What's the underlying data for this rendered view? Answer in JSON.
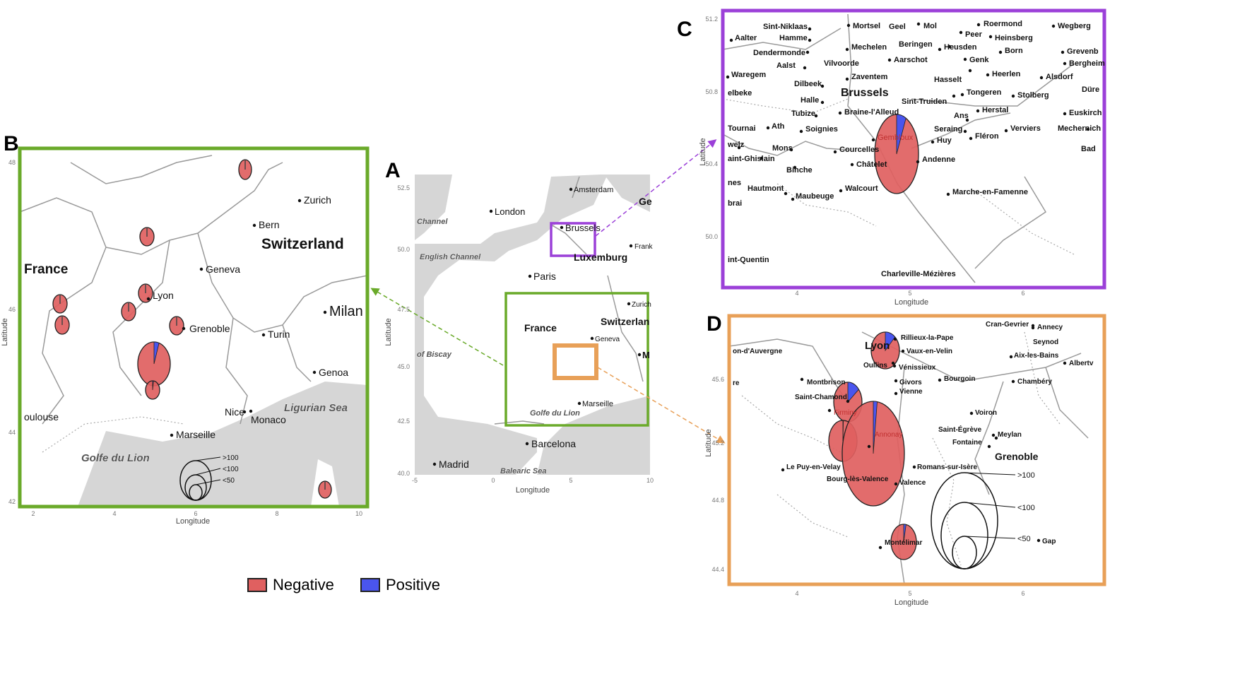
{
  "colors": {
    "negative": "#e06060",
    "positive": "#4a55ee",
    "panel_B": "#6aaa2a",
    "panel_C": "#9b40d8",
    "panel_D": "#e8a058",
    "sea": "#d6d6d6"
  },
  "legend": {
    "negative": "Negative",
    "positive": "Positive"
  },
  "panels": {
    "A": {
      "label": "A",
      "xlabel": "Longitude",
      "ylabel": "Latitude",
      "xticks": [
        "-5",
        "0",
        "5",
        "10"
      ],
      "yticks": [
        "52.5",
        "50.0",
        "47.5",
        "45.0",
        "42.5",
        "40.0"
      ],
      "places": [
        "Amsterdam",
        "London",
        "Brussels",
        "Luxemburg",
        "Frank",
        "Ge",
        "Paris",
        "France",
        "Zurich",
        "Switzerlan",
        "Geneva",
        "M",
        "Marseille",
        "Barcelona",
        "Madrid"
      ],
      "seas": [
        "Channel",
        "English Channel",
        "of Biscay",
        "Golfe du Lion",
        "Balearic Sea"
      ]
    },
    "B": {
      "label": "B",
      "xlabel": "Longitude",
      "ylabel": "Latitude",
      "xticks": [
        "2",
        "4",
        "6",
        "8",
        "10"
      ],
      "yticks": [
        "48",
        "46",
        "44",
        "42"
      ],
      "places": [
        "Zurich",
        "Bern",
        "Switzerland",
        "France",
        "Geneva",
        "Lyon",
        "Grenoble",
        "Turin",
        "Milan",
        "Genoa",
        "Nice",
        "Monaco",
        "Marseille",
        "oulouse"
      ],
      "seas": [
        "Golfe du Lion",
        "Ligurian Sea"
      ],
      "size_legend": [
        ">100",
        "<100",
        "<50"
      ],
      "pies": [
        {
          "size_class": "<50",
          "positive_fraction": 0
        },
        {
          "size_class": "<50",
          "positive_fraction": 0
        },
        {
          "size_class": "<50",
          "positive_fraction": 0
        },
        {
          "size_class": "<50",
          "positive_fraction": 0
        },
        {
          "size_class": "<50",
          "positive_fraction": 0
        },
        {
          "size_class": "<50",
          "positive_fraction": 0
        },
        {
          "size_class": "<50",
          "positive_fraction": 0
        },
        {
          "size_class": ">100",
          "positive_fraction": 0.05
        },
        {
          "size_class": "<50",
          "positive_fraction": 0.02
        },
        {
          "size_class": "<50",
          "positive_fraction": 0
        }
      ]
    },
    "C": {
      "label": "C",
      "xlabel": "Longitude",
      "ylabel": "Latitude",
      "xticks": [
        "4",
        "5",
        "6"
      ],
      "yticks": [
        "51.2",
        "50.8",
        "50.4",
        "50.0"
      ],
      "places": [
        "Sint-Niklaas",
        "Mortsel",
        "Geel",
        "Mol",
        "Roermond",
        "Wegberg",
        "Aalter",
        "Hamme",
        "Peer",
        "Heinsberg",
        "Mechelen",
        "Beringen",
        "Heusden",
        "Born",
        "Grevenb",
        "Dendermonde",
        "Aarschot",
        "Genk",
        "Bergheim",
        "Aalst",
        "Vilvoorde",
        "Heerlen",
        "Alsdorf",
        "Waregem",
        "Zaventem",
        "Hasselt",
        "Dilbeek",
        "Dürе",
        "Brussels",
        "Tongeren",
        "Stolberg",
        "elbeke",
        "Halle",
        "Sint-Truiden",
        "Herstal",
        "Euskirch",
        "Braine-l'Alleud",
        "Tubize",
        "Ans",
        "Tournai",
        "Ath",
        "Soignies",
        "Seraing",
        "Verviers",
        "Mechernich",
        "Fléron",
        "Gembloux",
        "Huy",
        "Bad",
        "welz",
        "Mons",
        "Courcelles",
        "Andenne",
        "aint-Ghislain",
        "Châtelet",
        "Binche",
        "nes",
        "Hautmont",
        "Maubeuge",
        "Walcourt",
        "Marche-en-Famenne",
        "brai",
        "int-Quentin",
        "Charleville-Mézières"
      ],
      "pies": [
        {
          "size_class": "<100",
          "positive_fraction": 0.07
        }
      ]
    },
    "D": {
      "label": "D",
      "xlabel": "Longitude",
      "ylabel": "Latitude",
      "xticks": [
        "4",
        "5",
        "6"
      ],
      "yticks": [
        "45.6",
        "45.2",
        "44.8",
        "44.4"
      ],
      "places": [
        "Cran-Gevrier",
        "Annecy",
        "Seynod",
        "Rillieux-la-Pape",
        "Lyon",
        "Vaux-en-Velin",
        "Aix-les-Bains",
        "Albertv",
        "on-d'Auvergne",
        "Oullins",
        "Vénissieux",
        "Bourgoin",
        "Chambéry",
        "Montbrison",
        "Givors",
        "re",
        "Vienne",
        "Saint-Chamond",
        "Firminy",
        "Voiron",
        "Saint-Égrève",
        "Annonay",
        "Meylan",
        "Fontaine",
        "Grenoble",
        "Le Puy-en-Velay",
        "Romans-sur-Isère",
        "Bourg-lès-Valence",
        "Valence",
        "Montélimar",
        "Gap"
      ],
      "size_legend": [
        ">100",
        "<100",
        "<50"
      ],
      "pies": [
        {
          "size_class": "<50",
          "positive_fraction": 0.12
        },
        {
          "size_class": "<50",
          "positive_fraction": 0.14
        },
        {
          "size_class": "<50",
          "positive_fraction": 0.005
        },
        {
          "size_class": ">100",
          "positive_fraction": 0.02
        },
        {
          "size_class": "<50",
          "positive_fraction": 0.03
        }
      ]
    }
  }
}
